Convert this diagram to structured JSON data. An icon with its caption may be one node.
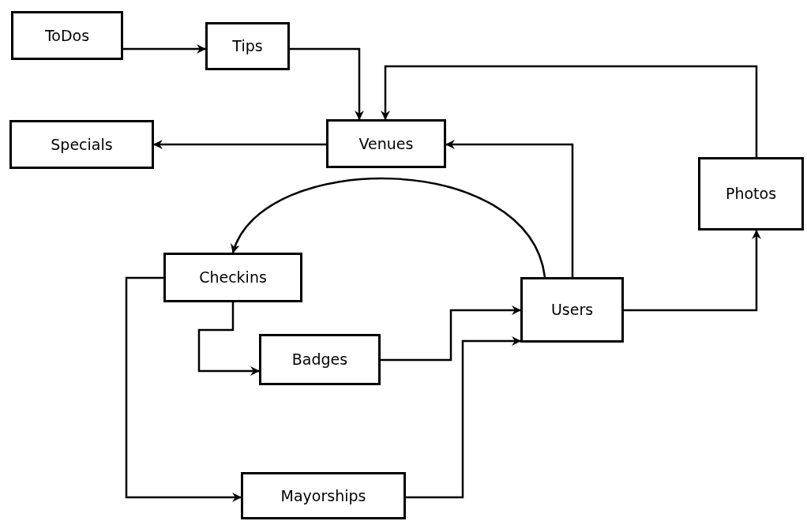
{
  "diagram": {
    "nodes": [
      {
        "text": [
          "ToDos"
        ]
      },
      {
        "text": [
          "Tips"
        ]
      },
      {
        "text": [
          "Venues"
        ]
      },
      {
        "text": [
          "Specials"
        ]
      },
      {
        "text": [
          "Photos"
        ]
      },
      {
        "text": [
          "Checkins"
        ]
      },
      {
        "text": [
          "Users"
        ]
      },
      {
        "text": [
          "Badges"
        ]
      },
      {
        "text": [
          "Mayorships"
        ]
      }
    ],
    "edges": [
      {
        "from": 0,
        "to": 1,
        "arrow": "to"
      },
      {
        "from": 1,
        "to": 2,
        "arrow": "to"
      },
      {
        "from": 4,
        "to": 2,
        "arrow": "to"
      },
      {
        "from": 2,
        "to": 3,
        "arrow": "to"
      },
      {
        "from": 6,
        "to": 2,
        "arrow": "to"
      },
      {
        "from": 6,
        "to": 5,
        "arrow": "to"
      },
      {
        "from": 5,
        "to": 7,
        "arrow": "to"
      },
      {
        "from": 5,
        "to": 8,
        "arrow": "to"
      },
      {
        "from": 7,
        "to": 6,
        "arrow": "to"
      },
      {
        "from": 8,
        "to": 6,
        "arrow": "to"
      },
      {
        "from": 6,
        "to": 4,
        "arrow": "to"
      }
    ]
  }
}
